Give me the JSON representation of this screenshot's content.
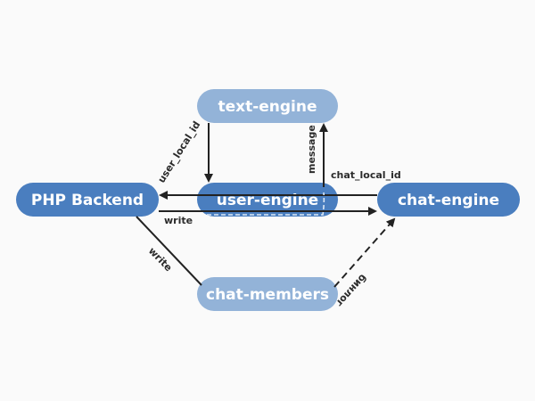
{
  "colors": {
    "node_dark": "#4a7ebf",
    "node_light": "#93b3d8",
    "edge": "#222222",
    "background": "#fafafa"
  },
  "nodes": {
    "text_engine": "text-engine",
    "user_engine": "user-engine",
    "php_backend": "PHP Backend",
    "chat_engine": "chat-engine",
    "chat_members": "chat-members"
  },
  "edges": {
    "user_local_id": "user_local_id",
    "message": "message",
    "chat_local_id": "chat_local_id",
    "write_top": "write",
    "write_diag": "write",
    "backup_label": "бинлог"
  }
}
